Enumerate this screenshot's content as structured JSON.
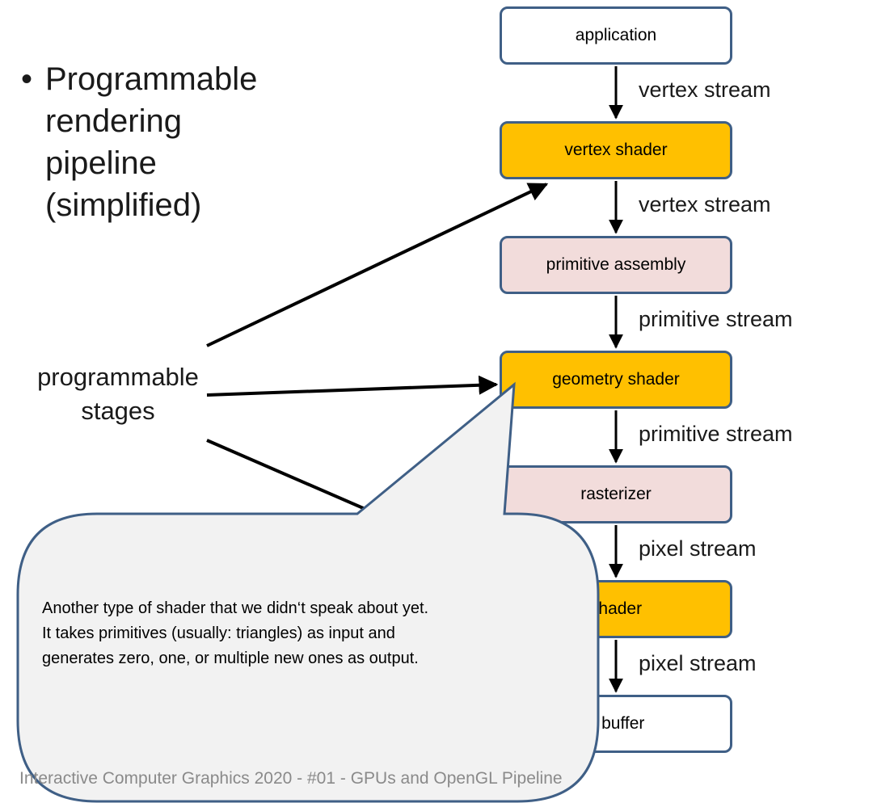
{
  "slide": {
    "bullet": "Programmable\nrendering\npipeline\n(simplified)",
    "programmable_label": "programmable\nstages",
    "footer": "Interactive Computer Graphics 2020 - #01 - GPUs and OpenGL Pipeline"
  },
  "pipeline": {
    "stages": [
      {
        "label": "application",
        "type": "fixed"
      },
      {
        "label": "vertex shader",
        "type": "programmable"
      },
      {
        "label": "primitive assembly",
        "type": "fixed-function"
      },
      {
        "label": "geometry shader",
        "type": "programmable"
      },
      {
        "label": "rasterizer",
        "type": "fixed-function"
      },
      {
        "label": "shader",
        "type": "programmable"
      },
      {
        "label": "e buffer",
        "type": "fixed"
      }
    ],
    "streams": [
      "vertex stream",
      "vertex stream",
      "primitive stream",
      "primitive stream",
      "pixel stream",
      "pixel stream"
    ]
  },
  "callout": {
    "text_lines": [
      "Another type of shader that we didn‘t speak about yet.",
      "It takes primitives (usually: triangles) as input and",
      "generates zero, one, or multiple new ones as output."
    ]
  },
  "colors": {
    "programmable": "#ffc000",
    "fixed_function": "#f2dcdb",
    "fixed": "#ffffff",
    "border": "#3f5f86",
    "callout_fill": "#f2f2f2"
  }
}
